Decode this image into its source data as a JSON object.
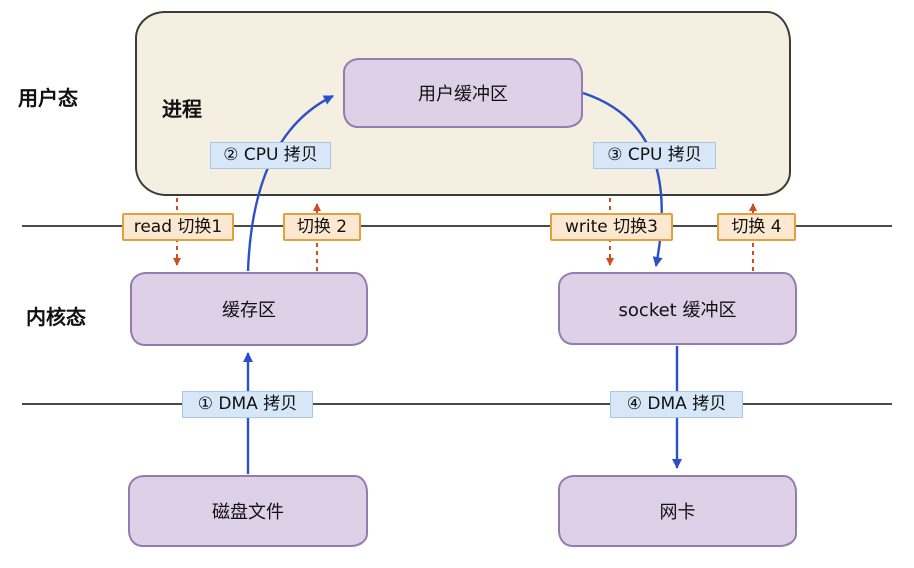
{
  "zones": {
    "user_mode_label": "用户态",
    "kernel_mode_label": "内核态",
    "process_label": "进程"
  },
  "boxes": {
    "user_buffer": "用户缓冲区",
    "kernel_buffer": "缓存区",
    "socket_buffer": "socket 缓冲区",
    "disk_file": "磁盘文件",
    "nic": "网卡"
  },
  "copy_steps": {
    "dma_copy_1": "① DMA 拷贝",
    "cpu_copy_2": "② CPU 拷贝",
    "cpu_copy_3": "③ CPU 拷贝",
    "dma_copy_4": "④ DMA 拷贝"
  },
  "context_switches": {
    "switch_1": "read 切换1",
    "switch_2": "切换 2",
    "switch_3": "write 切换3",
    "switch_4": "切换 4"
  },
  "colors": {
    "background": "#ffffff",
    "user_zone_fill": "#f4efe1",
    "user_zone_border": "#3d3b35",
    "box_fill": "#ddd0e7",
    "box_border": "#937cae",
    "copy_chip_fill": "#d7e7f7",
    "copy_chip_border": "#a9c8e7",
    "switch_chip_fill": "#fce8d0",
    "switch_chip_border": "#e0a23e",
    "dma_cpu_arrow": "#2b50c8",
    "switch_arrow": "#d24b1c",
    "boundary_line": "#4a4a4a"
  }
}
